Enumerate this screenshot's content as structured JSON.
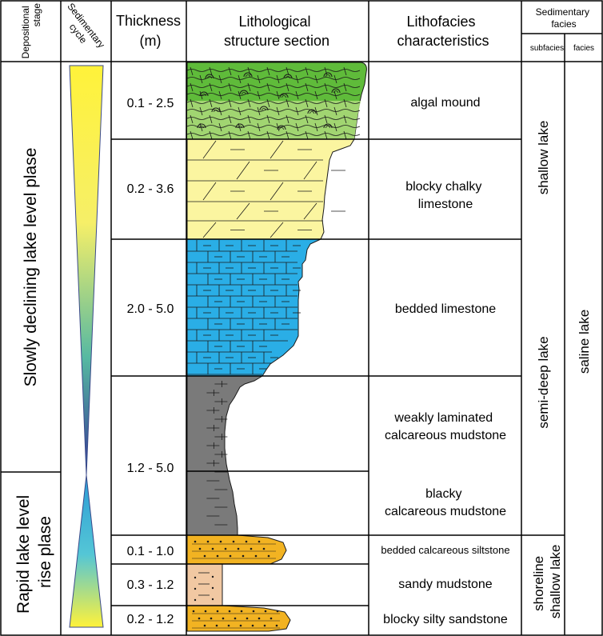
{
  "headers": {
    "stage": [
      "Depositional",
      "stage"
    ],
    "cycle": [
      "Sedimentary",
      "cycle"
    ],
    "thickness": [
      "Thickness",
      "(m)"
    ],
    "section": [
      "Lithological",
      "structure section"
    ],
    "characteristics": [
      "Lithofacies",
      "characteristics"
    ],
    "facies_group": [
      "Sedimentary",
      "facies"
    ],
    "subfacies": "subfacies",
    "facies": "facies"
  },
  "stages": [
    {
      "lines": [
        "Slowly declining lake level plase"
      ]
    },
    {
      "lines": [
        "Rapid lake level",
        "rise plase"
      ]
    }
  ],
  "layers": [
    {
      "lithology": "algal mound",
      "thickness": "0.1 - 2.5",
      "characteristic": [
        "algal mound"
      ],
      "color": "#5fbb3a"
    },
    {
      "lithology": "chalky limestone",
      "thickness": "0.2 - 3.6",
      "characteristic": [
        "blocky chalky",
        "limestone"
      ],
      "color": "#fbf5a0"
    },
    {
      "lithology": "limestone",
      "thickness": "2.0 - 5.0",
      "characteristic": [
        "bedded limestone"
      ],
      "color": "#2aaee6"
    },
    {
      "lithology": "mudstone",
      "thickness": "1.2 - 5.0",
      "characteristic": [
        "weakly laminated",
        "calcareous mudstone"
      ],
      "color": "#7a7a7a"
    },
    {
      "lithology": "mudstone",
      "thickness": "",
      "characteristic": [
        "blacky",
        "calcareous mudstone"
      ],
      "color": "#7a7a7a"
    },
    {
      "lithology": "siltstone",
      "thickness": "0.1 - 1.0",
      "characteristic": [
        "bedded calcareous siltstone"
      ],
      "color": "#f2b322"
    },
    {
      "lithology": "sandy mudstone",
      "thickness": "0.3 - 1.2",
      "characteristic": [
        "sandy mudstone"
      ],
      "color": "#f1c8a2"
    },
    {
      "lithology": "sandstone",
      "thickness": "0.2 - 1.2",
      "characteristic": [
        "blocky silty sandstone"
      ],
      "color": "#f2b322"
    }
  ],
  "subfacies": [
    {
      "lines": [
        "shallow lake"
      ]
    },
    {
      "lines": [
        "semi-deep lake"
      ]
    },
    {
      "lines": [
        "shoreline",
        "shallow lake"
      ]
    }
  ],
  "facies": [
    {
      "lines": [
        "saline lake"
      ]
    }
  ]
}
